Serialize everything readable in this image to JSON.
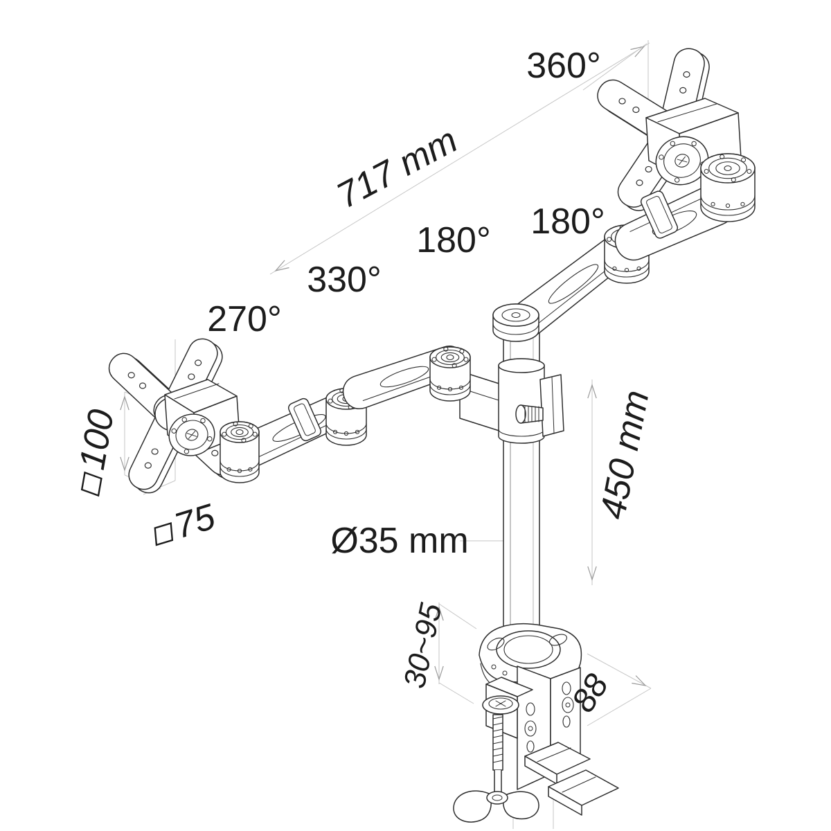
{
  "diagram": {
    "subject": "Dual monitor desk mount arm with clamp — dimensioned technical line drawing",
    "background": "#ffffff",
    "part_line_color": "#2d2d2d",
    "dimension_line_color": "#c6c6c6",
    "arrow_color": "#9a9a9a",
    "text_color": "#1c1c1c",
    "square_symbol": "□",
    "labels": {
      "swivel_top": "360°",
      "arm_reach": "717 mm",
      "swivel_right_elbow": "180°",
      "swivel_center": "180°",
      "swivel_left_elbow": "330°",
      "swivel_left_vesa": "270°",
      "vesa_square_100": "100",
      "vesa_square_75": "75",
      "pole_diameter": "Ø35 mm",
      "pole_height": "450 mm",
      "clamp_thickness_range": "30~95",
      "clamp_depth": "88"
    }
  }
}
